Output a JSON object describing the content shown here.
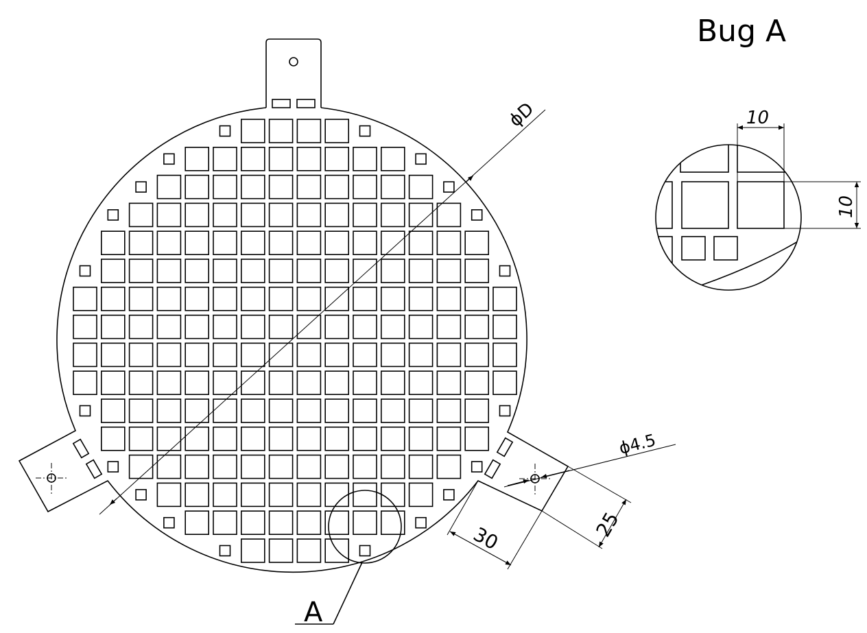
{
  "detail_title": "Bug A",
  "detail_marker": "A",
  "dimensions": {
    "diameter": "ϕD",
    "hole_diameter": "ϕ4.5",
    "tab_length": "30",
    "tab_width": "25",
    "detail_width": "10",
    "detail_height": "10"
  }
}
